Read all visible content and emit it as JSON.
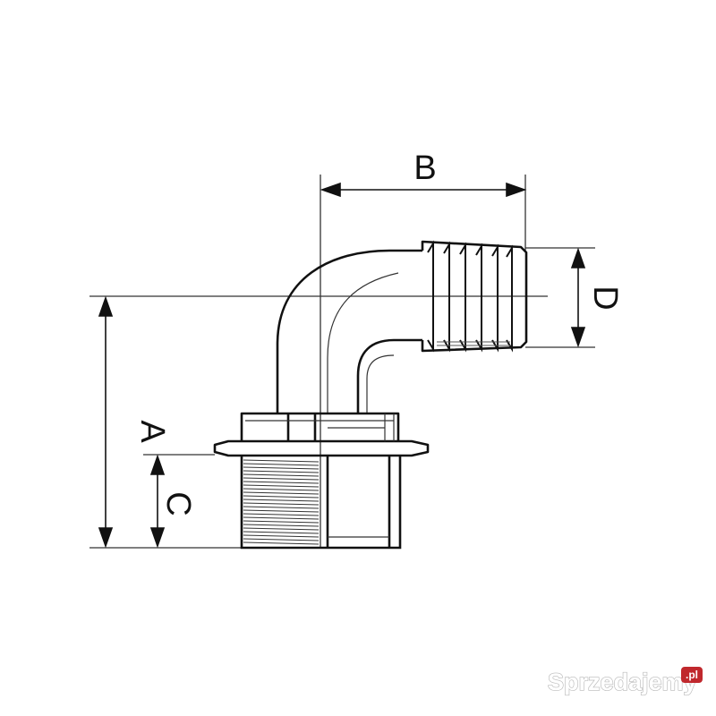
{
  "drawing": {
    "dimensions": [
      {
        "id": "A",
        "label": "A"
      },
      {
        "id": "B",
        "label": "B"
      },
      {
        "id": "C",
        "label": "C"
      },
      {
        "id": "D",
        "label": "D"
      }
    ],
    "colors": {
      "line": "#111111",
      "thin": "#333333",
      "badge": "#c0282d"
    }
  },
  "watermark": {
    "text": "Sprzedajemy",
    "badge": ".pl"
  }
}
